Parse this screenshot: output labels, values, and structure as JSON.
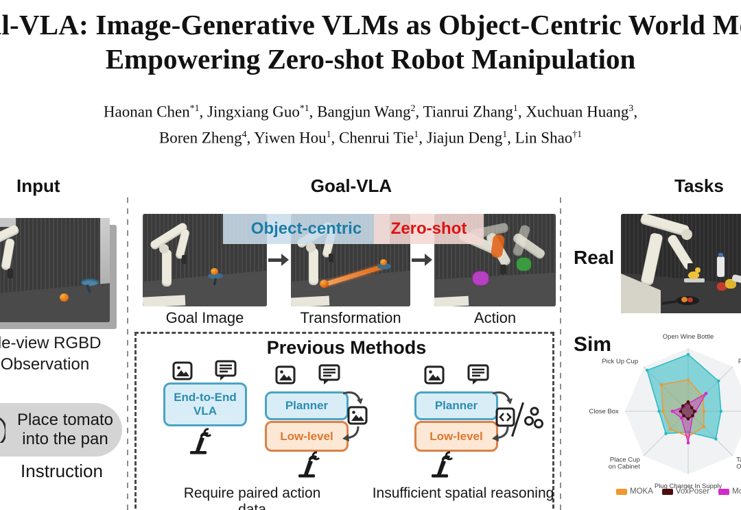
{
  "title": {
    "line1": "al-VLA: Image-Generative VLMs as Object-Centric World Mo",
    "line2": "Empowering Zero-shot Robot Manipulation"
  },
  "authors": {
    "line1": [
      {
        "t": "Haonan Chen",
        "s": "*1"
      },
      {
        "t": "Jingxiang Guo",
        "s": "*1"
      },
      {
        "t": "Bangjun Wang",
        "s": "2"
      },
      {
        "t": "Tianrui Zhang",
        "s": "1"
      },
      {
        "t": "Xuchuan Huang",
        "s": "3"
      }
    ],
    "line1_suffix": ",",
    "line2": [
      {
        "t": "Boren Zheng",
        "s": "4"
      },
      {
        "t": "Yiwen Hou",
        "s": "1"
      },
      {
        "t": "Chenrui Tie",
        "s": "1"
      },
      {
        "t": "Jiajun Deng",
        "s": "1"
      },
      {
        "t": "Lin Shao",
        "s": "†1"
      }
    ]
  },
  "sections": {
    "input": "Input",
    "center": "Goal-VLA",
    "tasks": "Tasks"
  },
  "input_column": {
    "observation_line1": "gle-view RGBD",
    "observation_line2": "Observation",
    "instruction_line1": "Place tomato",
    "instruction_line2": "into the pan",
    "instruction_label": "Instruction"
  },
  "pipeline": {
    "stage_labels": [
      "Goal Image",
      "Transformation",
      "Action"
    ],
    "object_centric_label": "Object-centric",
    "zero_shot_label": "Zero-shot",
    "object_centric_color": "#1c7da8",
    "object_centric_bg": "rgba(201,221,234,0.88)",
    "zero_shot_color": "#e01212",
    "zero_shot_bg": "rgba(242,216,212,0.88)"
  },
  "previous_methods": {
    "title": "Previous Methods",
    "group1_box_line1": "End-to-End",
    "group1_box_line2": "VLA",
    "group2_planner": "Planner",
    "group2_lowlevel": "Low-level",
    "group3_planner": "Planner",
    "group3_lowlevel": "Low-level",
    "caption1": "Require paired action data",
    "caption2": "Insufficient spatial reasoning"
  },
  "tasks_column": {
    "real_label": "Real",
    "sim_label": "Sim"
  },
  "chart_data": {
    "type": "radar",
    "axes": [
      {
        "angle_deg": 0,
        "label_lines": [
          "Open Wine Bottle"
        ]
      },
      {
        "angle_deg": 45,
        "label_lines": [
          "Pu"
        ]
      },
      {
        "angle_deg": 90,
        "label_lines": []
      },
      {
        "angle_deg": 135,
        "label_lines": [
          "Tak",
          "Off"
        ]
      },
      {
        "angle_deg": 180,
        "label_lines": [
          "Plug Charger In Supply"
        ]
      },
      {
        "angle_deg": 225,
        "label_lines": [
          "Place Cup",
          "on Cabinet"
        ]
      },
      {
        "angle_deg": 270,
        "label_lines": [
          "Close Box"
        ]
      },
      {
        "angle_deg": 315,
        "label_lines": [
          "Pick Up Cup"
        ]
      }
    ],
    "value_range": [
      0,
      1
    ],
    "gridlines": false,
    "legend_position": "bottom",
    "series": [
      {
        "name": "MOKA",
        "color": "#f0992e",
        "fill_alpha": 0.3,
        "values": [
          0.5,
          0.33,
          0.25,
          0.35,
          0.4,
          0.4,
          0.4,
          0.6
        ]
      },
      {
        "name": "VoxPoser",
        "color": "#4e0d10",
        "fill_alpha": 0.45,
        "values": [
          0.15,
          0.08,
          0.1,
          0.1,
          0.12,
          0.1,
          0.12,
          0.12
        ]
      },
      {
        "name": "MolmoAct",
        "color": "#d42ac8",
        "fill_alpha": 0.4,
        "values": [
          0.12,
          0.4,
          0.12,
          0.1,
          0.5,
          0.15,
          0.25,
          0.1
        ]
      },
      {
        "name": "",
        "color": "#2ab9c3",
        "fill_alpha": 0.55,
        "values": [
          0.9,
          0.68,
          0.52,
          0.62,
          0.33,
          0.5,
          0.46,
          0.92
        ]
      }
    ]
  }
}
